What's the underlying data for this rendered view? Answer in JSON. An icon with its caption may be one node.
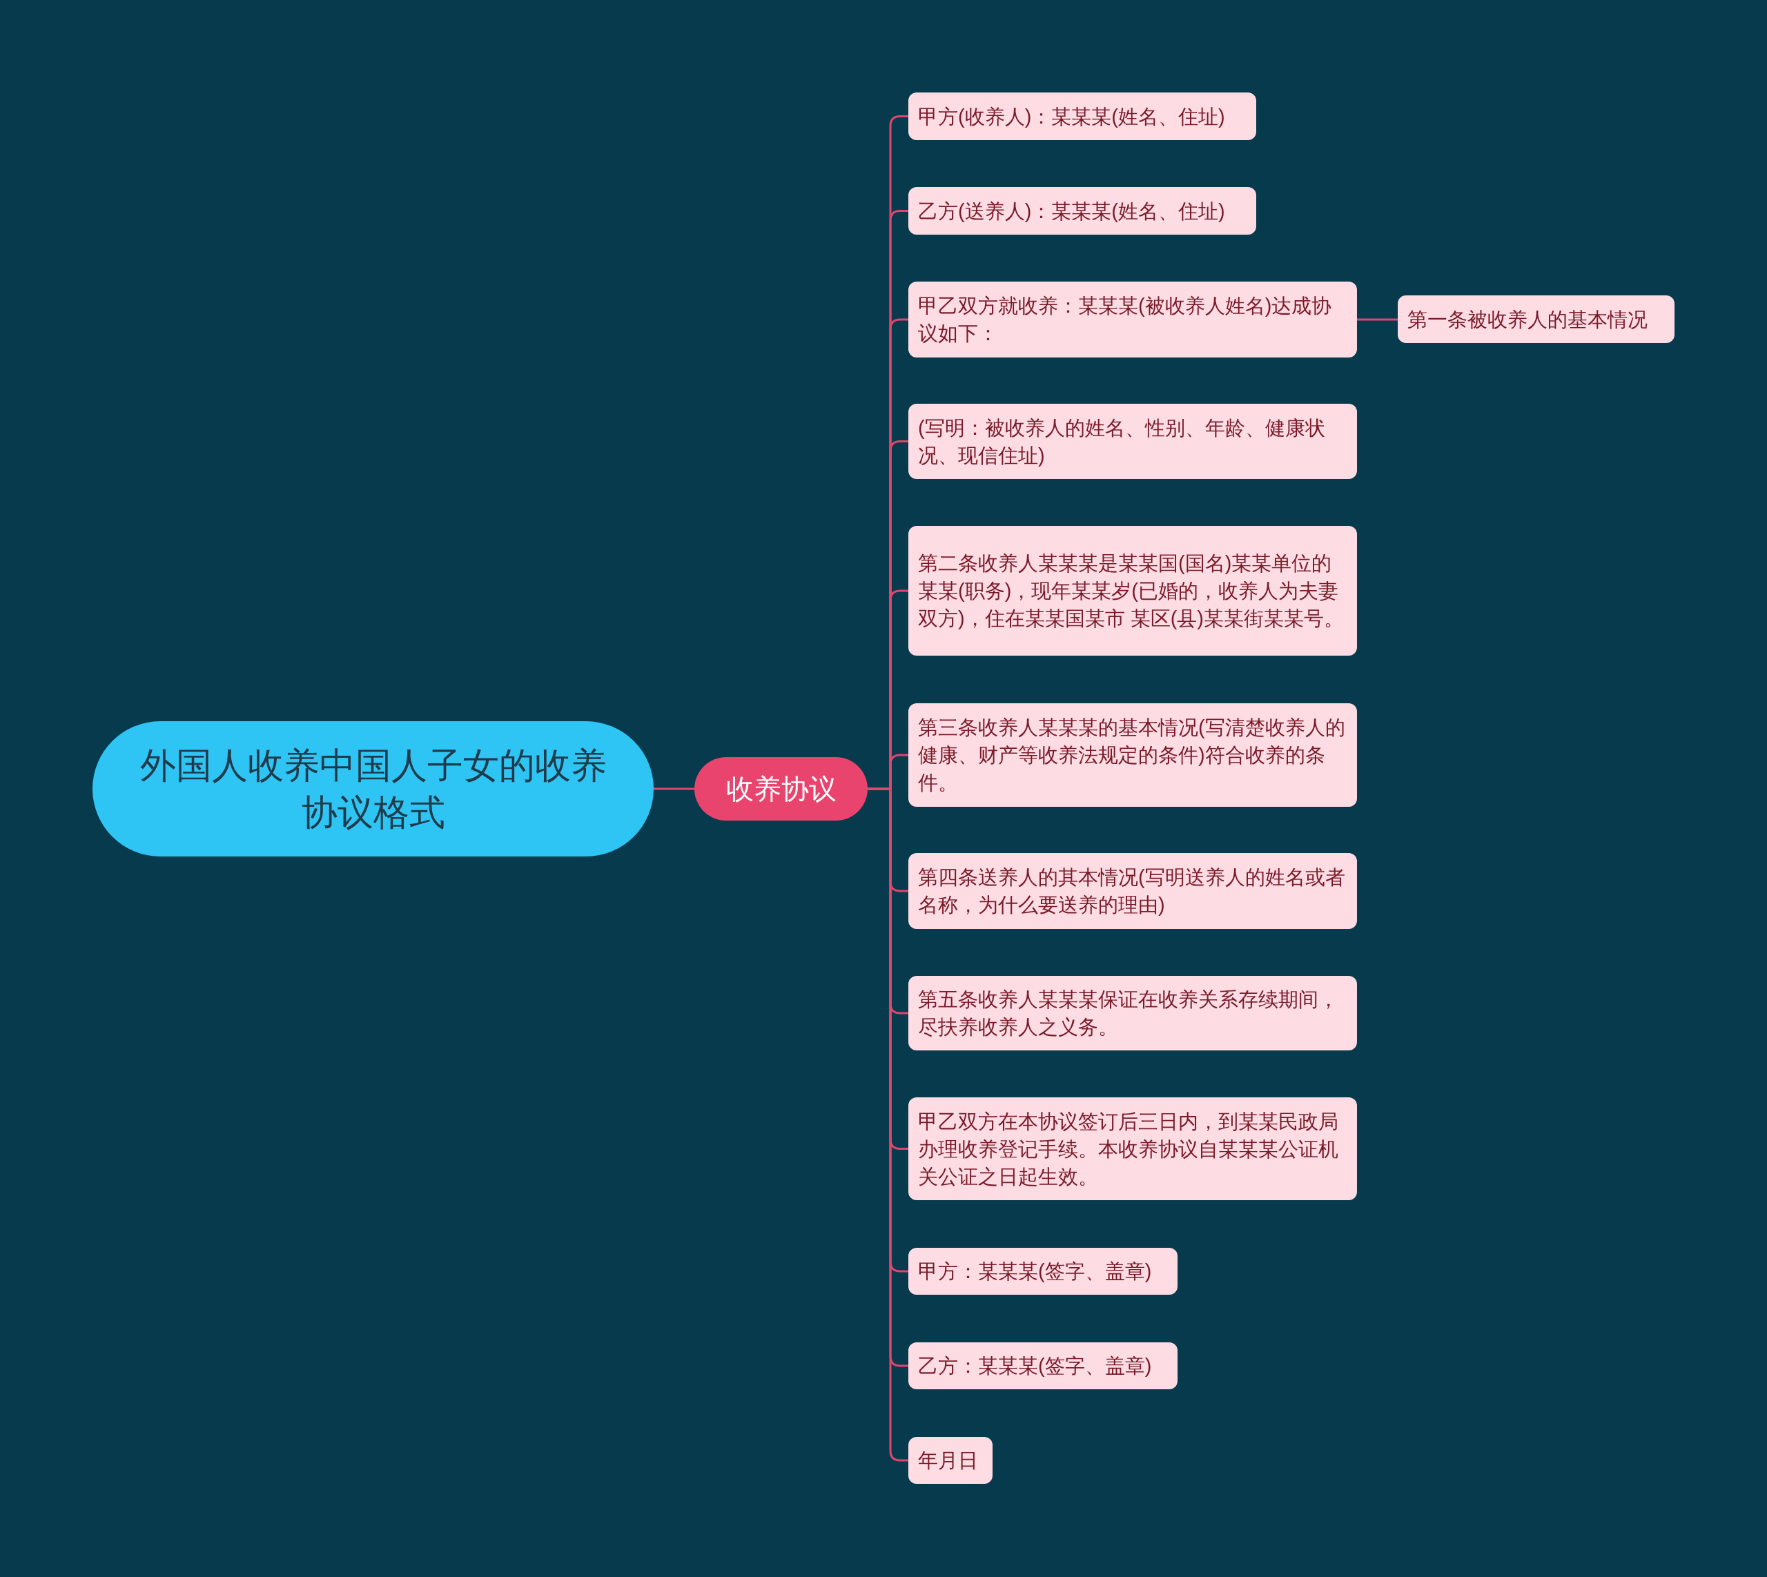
{
  "diagram": {
    "nodes": [
      {
        "text": [
          "外国人收养中国人子女的收养协议格式"
        ]
      },
      {
        "text": [
          "收养协议"
        ]
      },
      {
        "text": [
          "甲方(收养人)：某某某(姓名、住址)"
        ]
      },
      {
        "text": [
          "乙方(送养人)：某某某(姓名、住址)"
        ]
      },
      {
        "text": [
          "甲乙双方就收养：某某某(被收养人姓名)达成协议如下："
        ]
      },
      {
        "text": [
          "第一条被收养人的基本情况"
        ]
      },
      {
        "text": [
          "(写明：被收养人的姓名、性别、年龄、健康状况、现信住址)"
        ]
      },
      {
        "text": [
          "第二条收养人某某某是某某国(国名)某某单位的某某(职务)，现年某某岁(已婚的，收养人为夫妻双方)，住在某某国某市 某区(县)某某街某某号。"
        ]
      },
      {
        "text": [
          "第三条收养人某某某的基本情况(写清楚收养人的健康、财产等收养法规定的条件)符合收养的条件。"
        ]
      },
      {
        "text": [
          "第四条送养人的其本情况(写明送养人的姓名或者名称，为什么要送养的理由)"
        ]
      },
      {
        "text": [
          "第五条收养人某某某保证在收养关系存续期间，尽扶养收养人之义务。"
        ]
      },
      {
        "text": [
          "甲乙双方在本协议签订后三日内，到某某民政局办理收养登记手续。本收养协议自某某某公证机关公证之日起生效。"
        ]
      },
      {
        "text": [
          "甲方：某某某(签字、盖章)"
        ]
      },
      {
        "text": [
          "乙方：某某某(签字、盖章)"
        ]
      },
      {
        "text": [
          "年月日"
        ]
      }
    ],
    "edges": [
      {
        "from": 0,
        "to": 1,
        "arrow": "none"
      },
      {
        "from": 1,
        "to": 2,
        "arrow": "none"
      },
      {
        "from": 1,
        "to": 3,
        "arrow": "none"
      },
      {
        "from": 1,
        "to": 4,
        "arrow": "none"
      },
      {
        "from": 4,
        "to": 5,
        "arrow": "none"
      },
      {
        "from": 1,
        "to": 6,
        "arrow": "none"
      },
      {
        "from": 1,
        "to": 7,
        "arrow": "none"
      },
      {
        "from": 1,
        "to": 8,
        "arrow": "none"
      },
      {
        "from": 1,
        "to": 9,
        "arrow": "none"
      },
      {
        "from": 1,
        "to": 10,
        "arrow": "none"
      },
      {
        "from": 1,
        "to": 11,
        "arrow": "none"
      },
      {
        "from": 1,
        "to": 12,
        "arrow": "none"
      },
      {
        "from": 1,
        "to": 13,
        "arrow": "none"
      },
      {
        "from": 1,
        "to": 14,
        "arrow": "none"
      }
    ]
  }
}
